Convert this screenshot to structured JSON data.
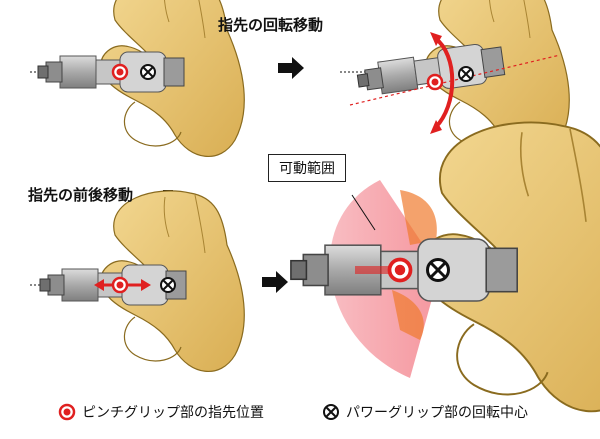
{
  "captions": {
    "rotation": "指先の回転移動",
    "translation": "指先の前後移動",
    "range": "可動範囲"
  },
  "legend": {
    "pinch": "ピンチグリップ部の指先位置",
    "power": "パワーグリップ部の回転中心"
  },
  "colors": {
    "hand_fill": "#e6c171",
    "hand_stroke": "#8a6b1f",
    "gripper_fill": "#b9b9b9",
    "gripper_dark": "#6d6d6d",
    "range_fill": "#f29aa2",
    "accent_red": "#e02020",
    "arrow_black": "#111111"
  },
  "icons": {
    "pinch_marker": "red-dot-in-circle-icon",
    "power_marker": "circled-x-icon",
    "arrow": "black-arrow-icon"
  }
}
